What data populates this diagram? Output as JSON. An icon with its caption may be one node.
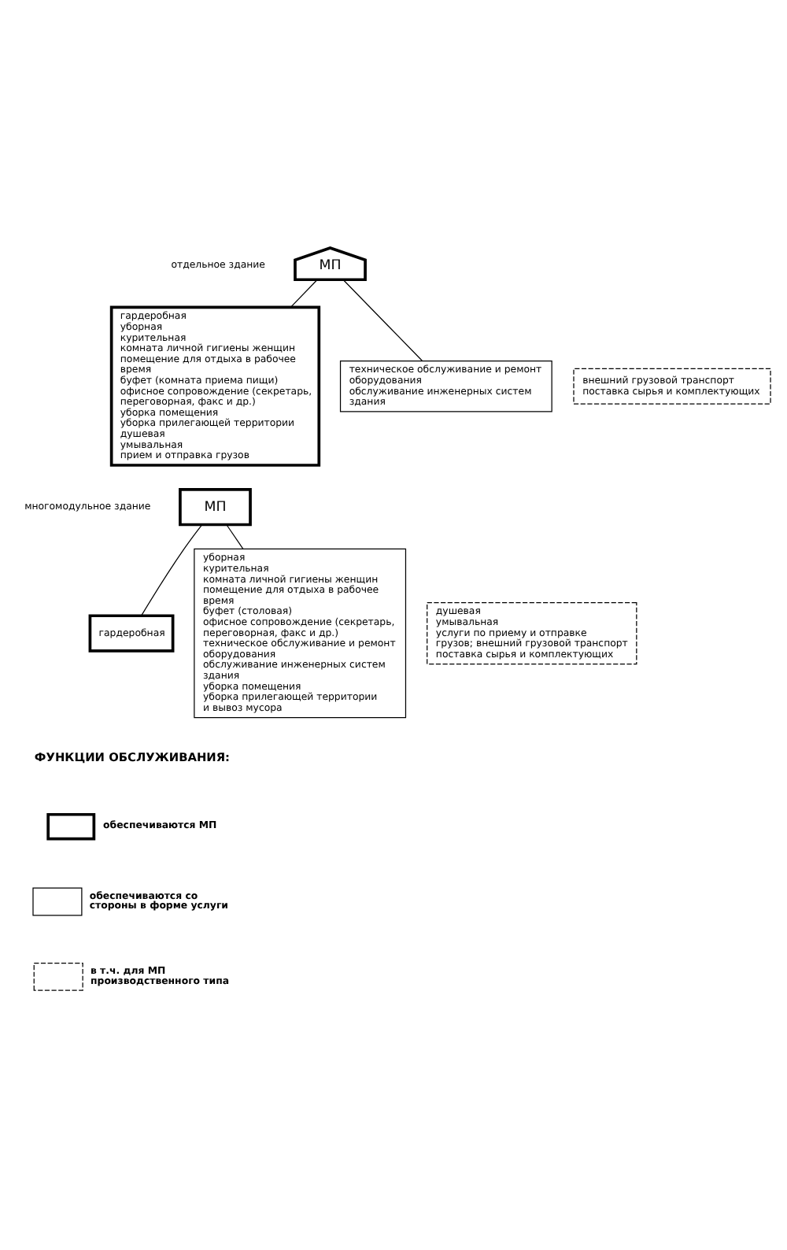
{
  "diagram": {
    "nodes": [
      {
        "text": [
          "МП"
        ],
        "beside": [
          "отдельное здание"
        ]
      },
      {
        "text": [
          "гардеробная",
          "уборная",
          "курительная",
          "комната личной гигиены женщин",
          "помещение для отдыха в рабочее время",
          "буфет (комната приема пищи)",
          "офисное сопровождение (секретарь, переговорная, факс и др.)",
          "уборка помещения",
          "уборка прилегающей территории",
          "душевая",
          "умывальная",
          "прием и отправка грузов"
        ]
      },
      {
        "text": [
          "техническое обслуживание и ремонт оборудования",
          "обслуживание инженерных систем здания"
        ]
      },
      {
        "text": [
          "внешний грузовой транспорт",
          "поставка сырья и комплектующих"
        ]
      },
      {
        "text": [
          "МП"
        ],
        "beside": [
          "многомодульное здание"
        ]
      },
      {
        "text": [
          "гардеробная"
        ]
      },
      {
        "text": [
          "уборная",
          "курительная",
          "комната личной гигиены женщин",
          "помещение для отдыха в рабочее время",
          "буфет (столовая)",
          "офисное сопровождение (секретарь, переговорная, факс и др.)",
          "техническое обслуживание и ремонт оборудования",
          "обслуживание инженерных систем здания",
          "уборка помещения",
          "уборка прилегающей территории",
          "и вывоз мусора"
        ]
      },
      {
        "text": [
          "душевая",
          "умывальная",
          "услуги по приему и отправке грузов; внешний грузовой транспорт",
          "поставка сырья и комплектующих"
        ]
      }
    ],
    "edges": [
      {
        "from": 0,
        "to": 1,
        "arrow": "none"
      },
      {
        "from": 0,
        "to": 2,
        "arrow": "none"
      },
      {
        "from": 4,
        "to": 5,
        "arrow": "none"
      },
      {
        "from": 4,
        "to": 6,
        "arrow": "none"
      }
    ],
    "labels": [
      "ФУНКЦИИ ОБСЛУЖИВАНИЯ:"
    ],
    "legend": [
      {
        "text": "обеспечиваются МП"
      },
      {
        "text": "обеспечиваются со стороны в форме услуги"
      },
      {
        "text": "в т.ч. для МП производственного типа"
      }
    ]
  }
}
